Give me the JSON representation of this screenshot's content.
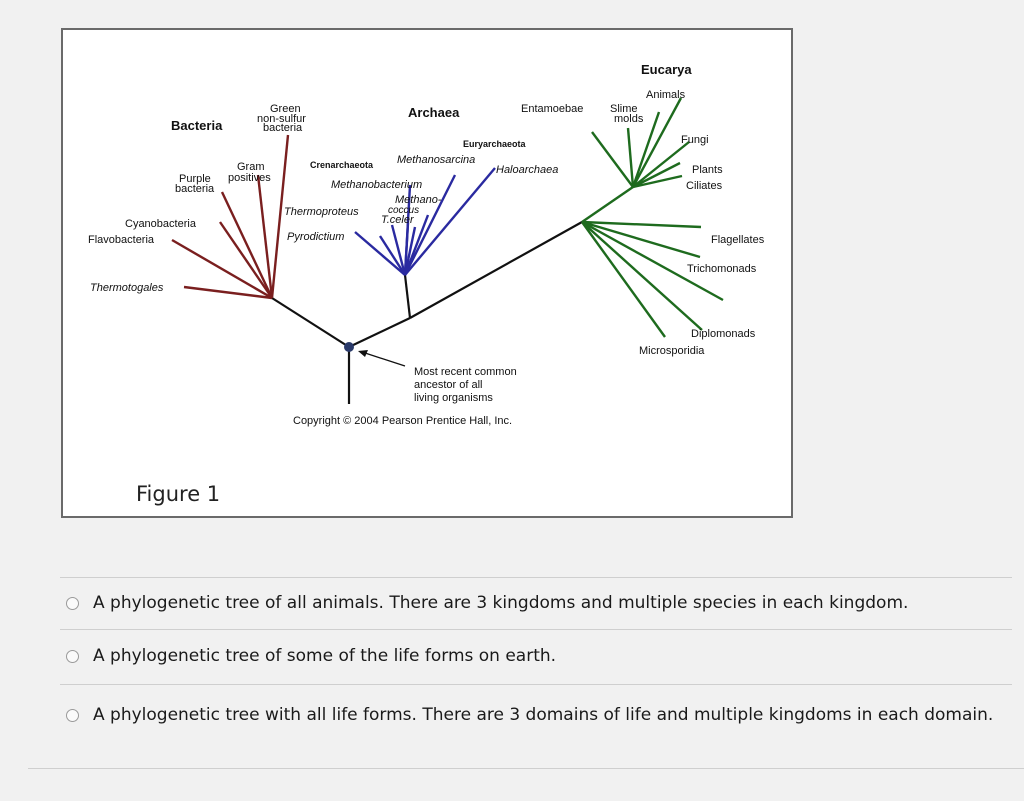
{
  "figure": {
    "caption": "Figure 1",
    "labels": {
      "eucarya": "Eucarya",
      "animals": "Animals",
      "entamoebae": "Entamoebae",
      "slime": "Slime",
      "molds": "molds",
      "fungi": "Fungi",
      "plants": "Plants",
      "ciliates": "Ciliates",
      "flagellates": "Flagellates",
      "trichomonads": "Trichomonads",
      "diplomonads": "Diplomonads",
      "microsporidia": "Microsporidia",
      "archaea": "Archaea",
      "euryarchaeota": "Euryarchaeota",
      "crenarchaeota": "Crenarchaeota",
      "methanosarcina": "Methanosarcina",
      "haloarchaea": "Haloarchaea",
      "methanobacterium": "Methanobacterium",
      "methano": "Methano-",
      "coccus": "coccus",
      "tceler": "T.celer",
      "thermoproteus": "Thermoproteus",
      "pyrodictium": "Pyrodictium",
      "bacteria": "Bacteria",
      "green": "Green",
      "nonsulfur": "non-sulfur",
      "bacteria_small": "bacteria",
      "gram": "Gram",
      "positives": "positives",
      "purple": "Purple",
      "purple_bacteria": "bacteria",
      "cyanobacteria": "Cyanobacteria",
      "flavobacteria": "Flavobacteria",
      "thermotogales": "Thermotogales",
      "mrca1": "Most recent common",
      "mrca2": "ancestor of all",
      "mrca3": "living organisms",
      "copyright": "Copyright © 2004 Pearson Prentice Hall, Inc."
    },
    "colors": {
      "bacteria": "#7a1f1f",
      "archaea": "#2a2aa0",
      "eucarya": "#1e6b1e",
      "trunk": "#111111"
    }
  },
  "options": [
    {
      "label": "A phylogenetic tree of all animals. There are 3 kingdoms and multiple species in each kingdom."
    },
    {
      "label": "A phylogenetic tree of some of the life forms on earth."
    },
    {
      "label": "A phylogenetic tree with all life forms. There are 3 domains of life and multiple kingdoms in each domain."
    }
  ]
}
